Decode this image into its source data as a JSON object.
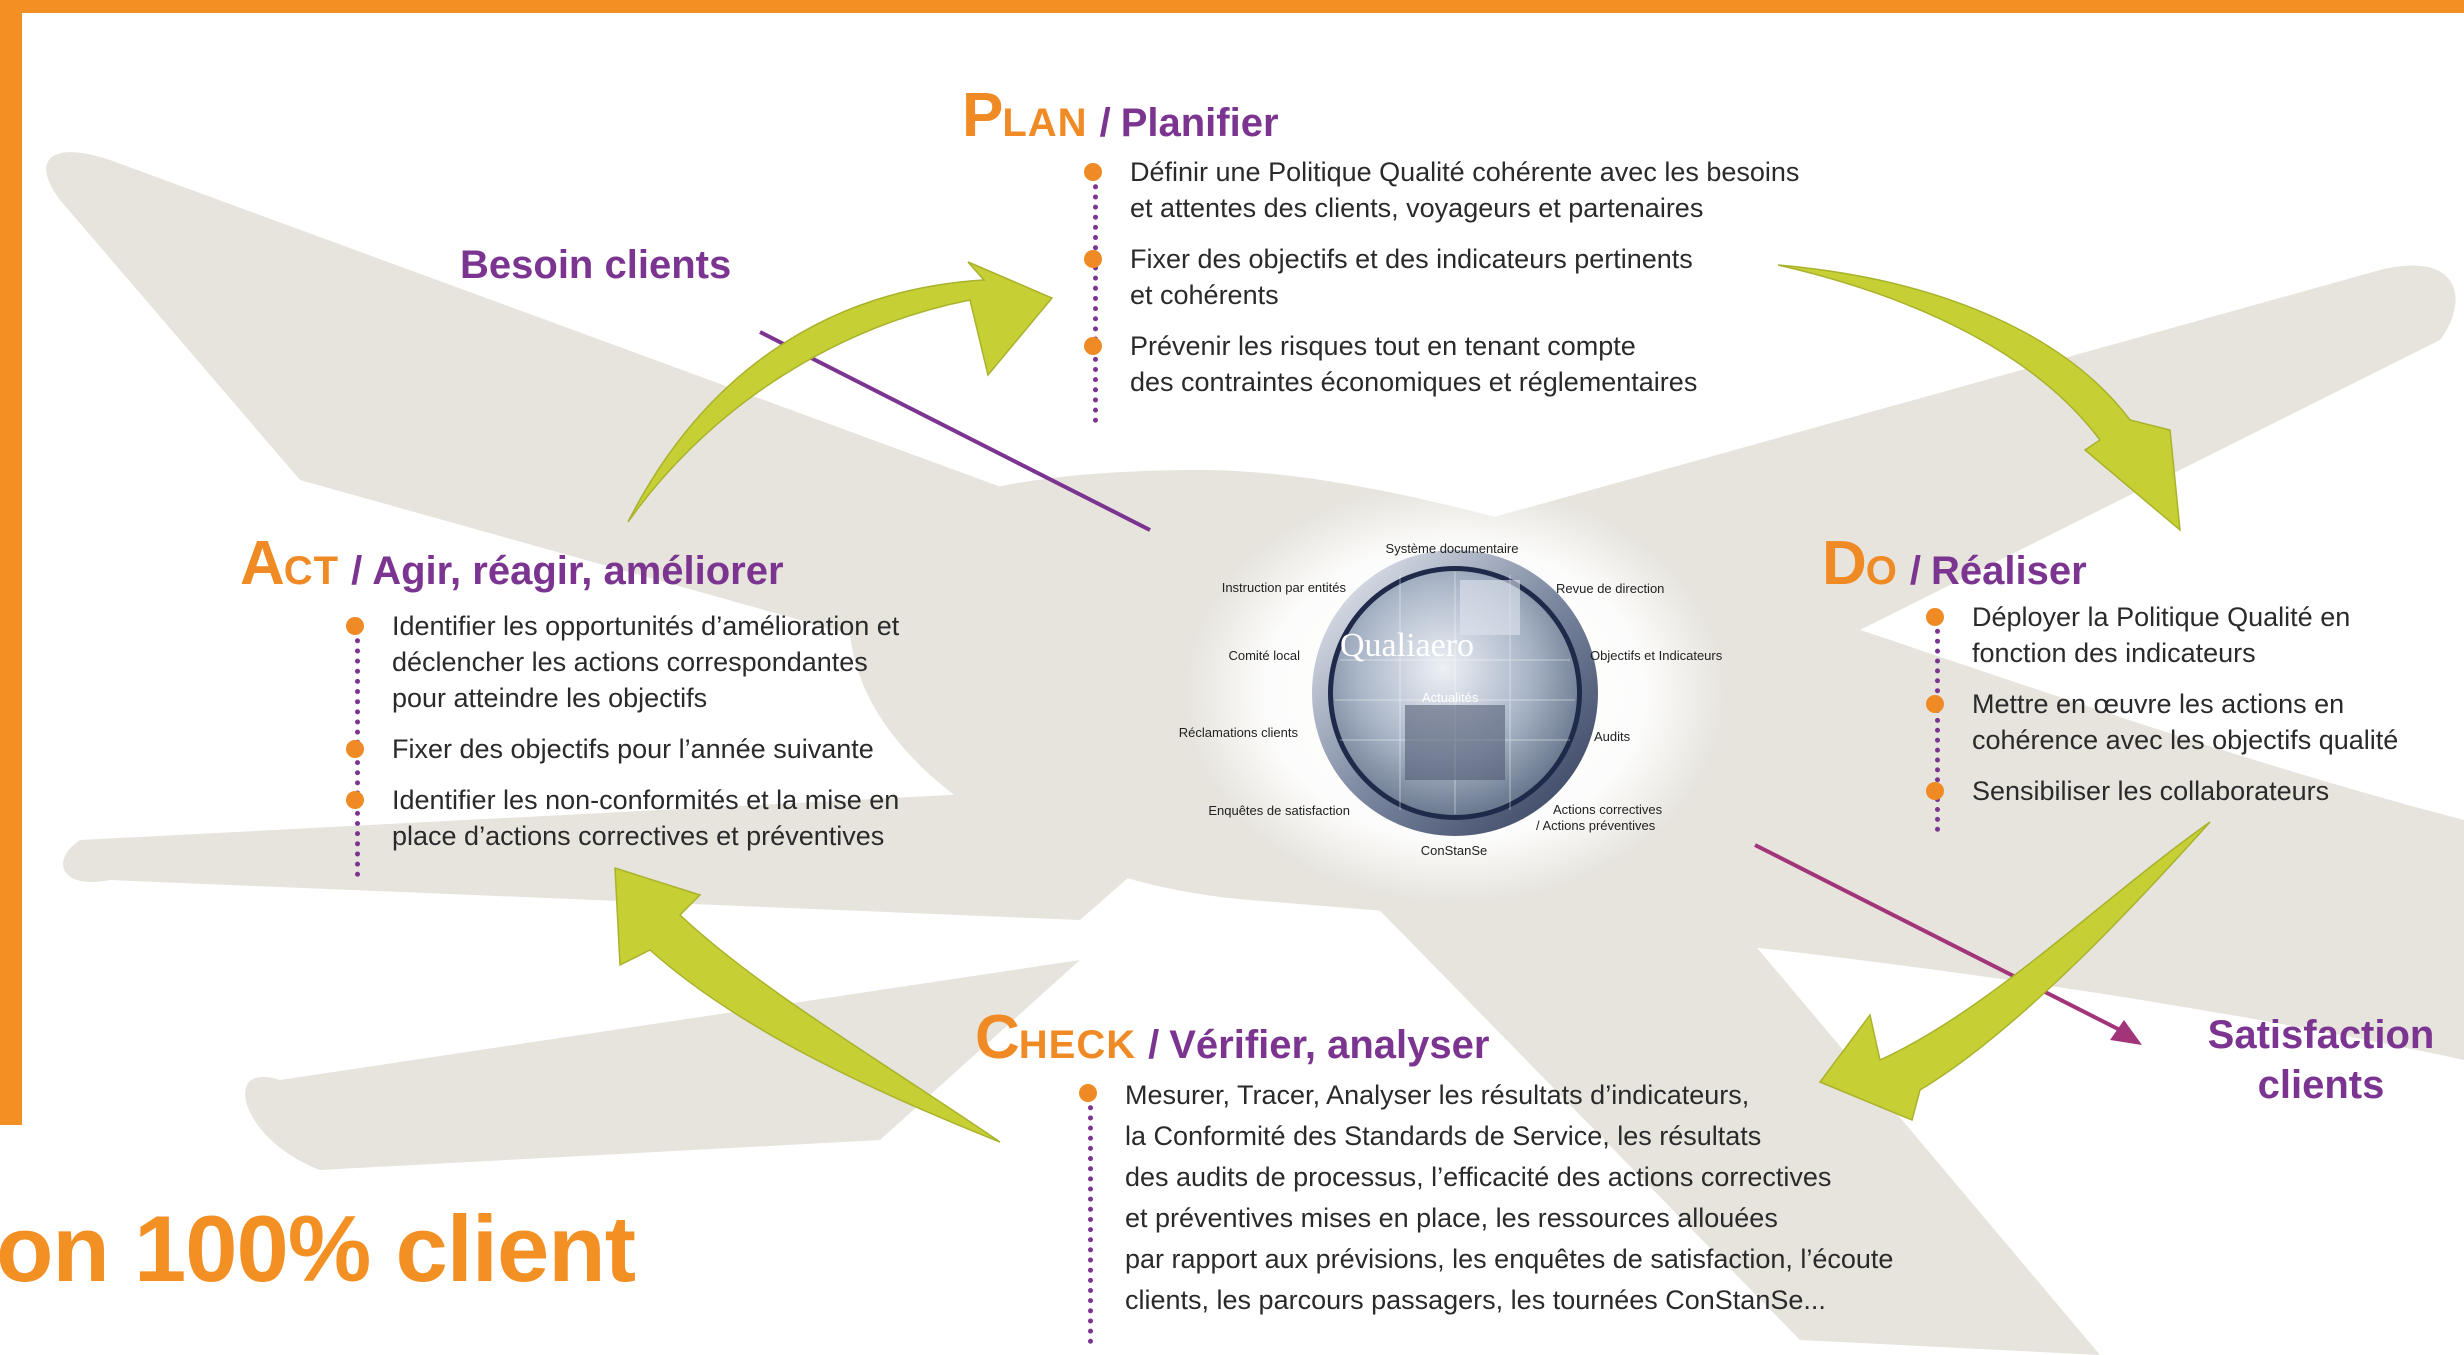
{
  "colors": {
    "orange": "#f29024",
    "purple": "#7b3591",
    "arrow_green": "#c6d035",
    "plane_gray": "#e5e3dc"
  },
  "plan": {
    "cap": "P",
    "word": "LAN",
    "verb": "Planifier",
    "bullets": [
      "Définir une Politique Qualité cohérente avec les besoins\net attentes des clients, voyageurs et partenaires",
      "Fixer des objectifs et des indicateurs pertinents\net cohérents",
      "Prévenir les risques tout en tenant compte\ndes contraintes économiques et réglementaires"
    ]
  },
  "do": {
    "cap": "D",
    "word": "O",
    "verb": "Réaliser",
    "bullets": [
      "Déployer la Politique Qualité en\nfonction des indicateurs",
      "Mettre en œuvre les actions en\ncohérence avec les objectifs qualité",
      "Sensibiliser les collaborateurs"
    ]
  },
  "check": {
    "cap": "C",
    "word": "HECK",
    "verb": "Vérifier, analyser",
    "bullets": [
      "Mesurer, Tracer, Analyser les résultats d’indicateurs,\nla Conformité des Standards de Service, les résultats\ndes audits de processus, l’efficacité des actions correctives\net préventives mises en place, les ressources allouées\npar rapport aux prévisions, les enquêtes de satisfaction, l’écoute\nclients, les parcours passagers, les tournées ConStanSe..."
    ]
  },
  "act": {
    "cap": "A",
    "word": "CT",
    "verb": "Agir, réagir, améliorer",
    "bullets": [
      "Identifier les opportunités d’amélioration et\ndéclencher les actions correspondantes\npour atteindre les objectifs",
      "Fixer des objectifs pour l’année suivante",
      "Identifier les non-conformités et la mise en\nplace d’actions correctives et préventives"
    ]
  },
  "besoin_clients": "Besoin clients",
  "satisfaction_clients": {
    "line1": "Satisfaction",
    "line2": "clients"
  },
  "footer_text": "on 100% client",
  "center": {
    "logo": "Qualiaero",
    "sub": "Actualités",
    "labels": {
      "systeme": "Système documentaire",
      "instruction": "Instruction par entités",
      "revue": "Revue de direction",
      "comite": "Comité local",
      "objectifs": "Objectifs et Indicateurs",
      "reclamations": "Réclamations clients",
      "audits": "Audits",
      "enquetes": "Enquêtes de satisfaction",
      "actions1": "Actions correctives",
      "actions2": "/ Actions préventives",
      "constanse": "ConStanSe"
    }
  }
}
